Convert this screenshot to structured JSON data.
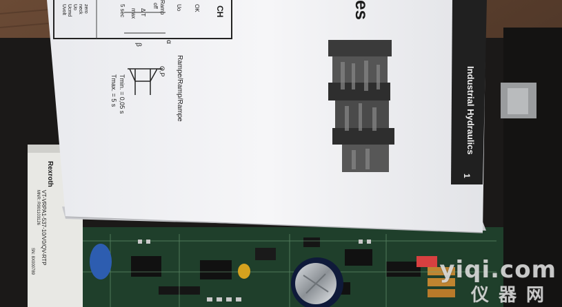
{
  "manual": {
    "brand": "Industrial Hydraulics",
    "page_number": "1",
    "header_fragment": "CH",
    "letters_fragment": "es",
    "ramp_label": "Rampe/Ramp/Rampe",
    "axis_label": "Q,P",
    "t_min": "Tmin. = 0,05 s",
    "t_max": "Tmax. = 5 s",
    "box_labels": [
      "Ramp",
      "off",
      "Δ T",
      "max",
      "5 sec",
      "OK",
      "Uo"
    ],
    "alpha": "α",
    "beta": "β"
  },
  "label_plate": {
    "brand": "Rexroth",
    "model": "VT-VRPA1-537-10/V0/QV-RTP",
    "mnr": "MNR: R901103126",
    "serial": "SN: 8X000789",
    "side_labels": [
      "zero",
      "neck",
      "Uo",
      "Ucmd",
      "Uvolt"
    ]
  },
  "watermark": {
    "line1": "yiqi.com",
    "line2": "仪器网"
  },
  "colors": {
    "paper": "#f2f2f4",
    "pcb_green": "#1f3f2b",
    "brand_strip": "#202020",
    "capacitor_blue": "#2d5db0",
    "capacitor_yellow": "#d6a21e",
    "connector_red": "#d84040"
  }
}
